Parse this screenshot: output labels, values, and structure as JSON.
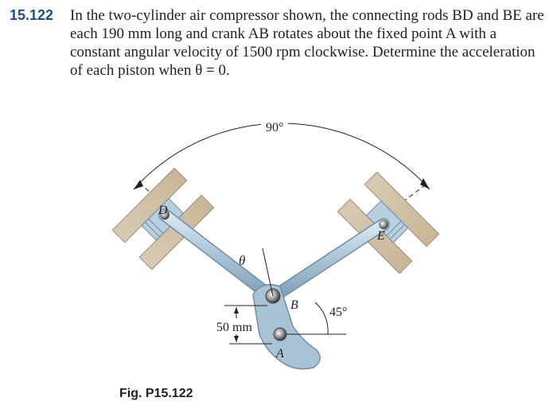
{
  "problem": {
    "number": "15.122",
    "text": "In the two-cylinder air compressor shown, the connecting rods BD and BE are each 190 mm long and crank AB rotates about the fixed point A with a constant angular velocity of 1500 rpm clockwise. Determine the acceleration of each piston when θ = 0."
  },
  "figure": {
    "labels": {
      "angle_top": "90°",
      "angle_right": "45°",
      "theta": "θ",
      "dimension": "50 mm",
      "point_a": "A",
      "point_b": "B",
      "point_d": "D",
      "point_e": "E"
    },
    "caption": "Fig. P15.122"
  }
}
